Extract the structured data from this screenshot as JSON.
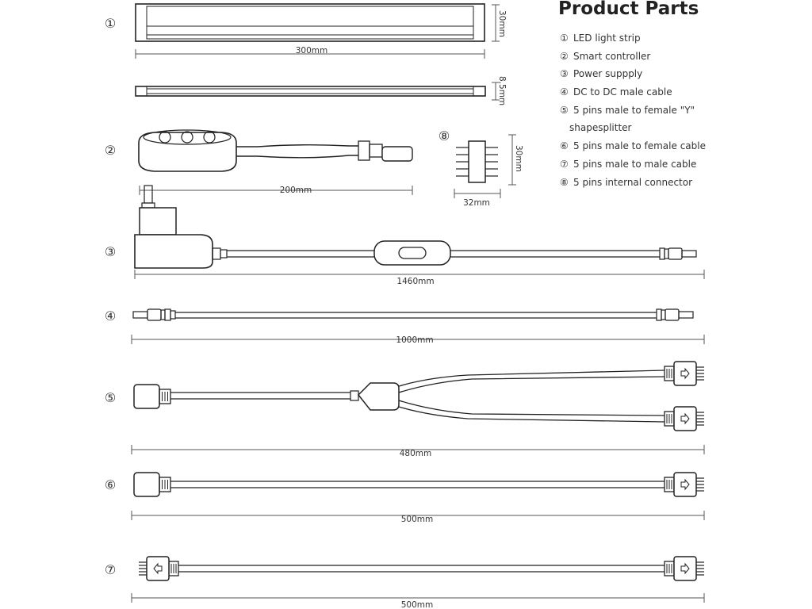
{
  "title": "Product Parts",
  "parts": [
    {
      "symbol": "①",
      "label": "LED light strip"
    },
    {
      "symbol": "②",
      "label": "Smart controller"
    },
    {
      "symbol": "③",
      "label": "Power suppply"
    },
    {
      "symbol": "④",
      "label": "DC to DC male cable"
    },
    {
      "symbol": "⑤",
      "label": "5 pins male to female \"Y\"",
      "label_cont": "shapesplitter"
    },
    {
      "symbol": "⑥",
      "label": "5 pins male to female cable"
    },
    {
      "symbol": "⑦",
      "label": "5 pins male to male cable"
    },
    {
      "symbol": "⑧",
      "label": "5 pins internal connector"
    }
  ],
  "dimensions": {
    "strip_length": "300mm",
    "strip_height": "30mm",
    "strip_thickness": "8.5mm",
    "controller_cable": "200mm",
    "connector_height": "30mm",
    "connector_width": "32mm",
    "power_cable": "1460mm",
    "dc_cable": "1000mm",
    "y_splitter": "480mm",
    "mf_cable": "500mm",
    "mm_cable": "500mm"
  }
}
